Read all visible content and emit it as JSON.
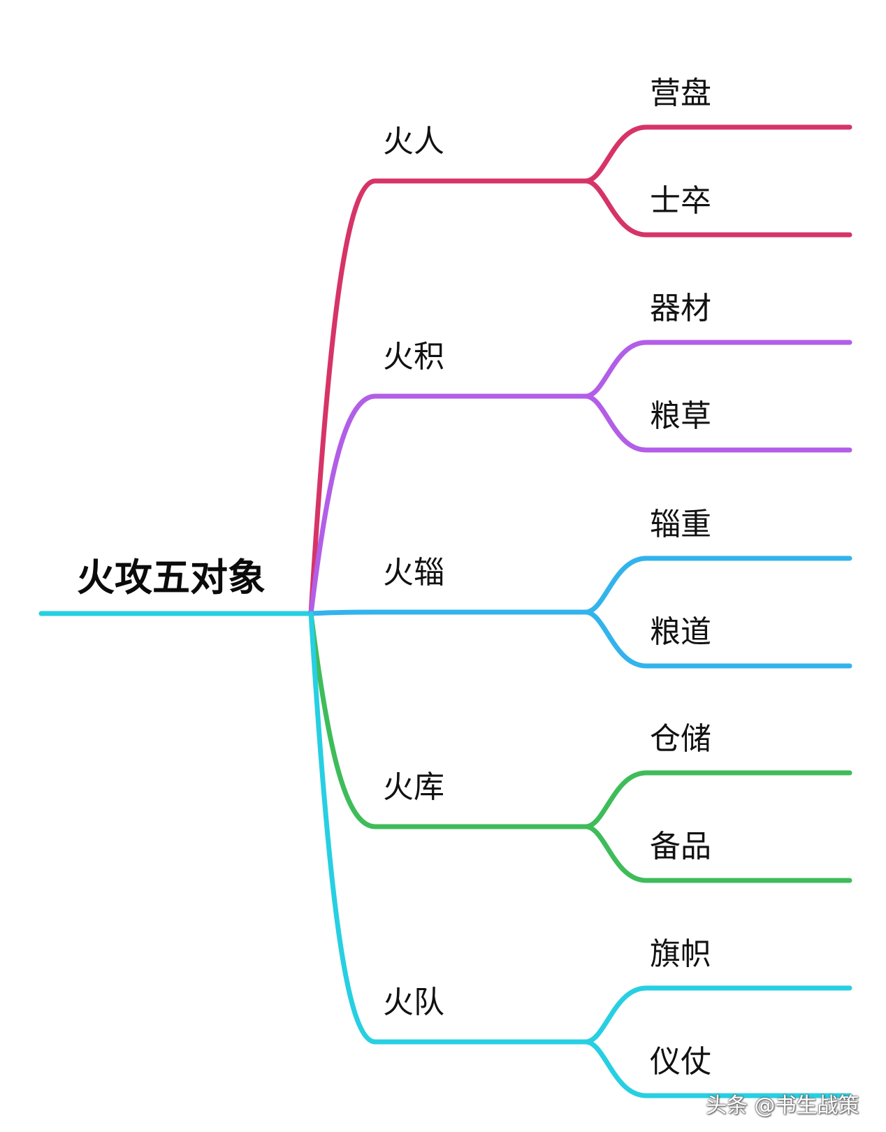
{
  "root": {
    "label": "火攻五对象",
    "color": "#27cfe2"
  },
  "branches": [
    {
      "label": "火人",
      "color": "#d63467",
      "leaves": [
        "营盘",
        "士卒"
      ]
    },
    {
      "label": "火积",
      "color": "#b25ee8",
      "leaves": [
        "器材",
        "粮草"
      ]
    },
    {
      "label": "火辎",
      "color": "#33b3ec",
      "leaves": [
        "辎重",
        "粮道"
      ]
    },
    {
      "label": "火库",
      "color": "#3fbc5a",
      "leaves": [
        "仓储",
        "备品"
      ]
    },
    {
      "label": "火队",
      "color": "#27cfe2",
      "leaves": [
        "旗帜",
        "仪仗"
      ]
    }
  ],
  "watermark": "头条 @书生战策"
}
